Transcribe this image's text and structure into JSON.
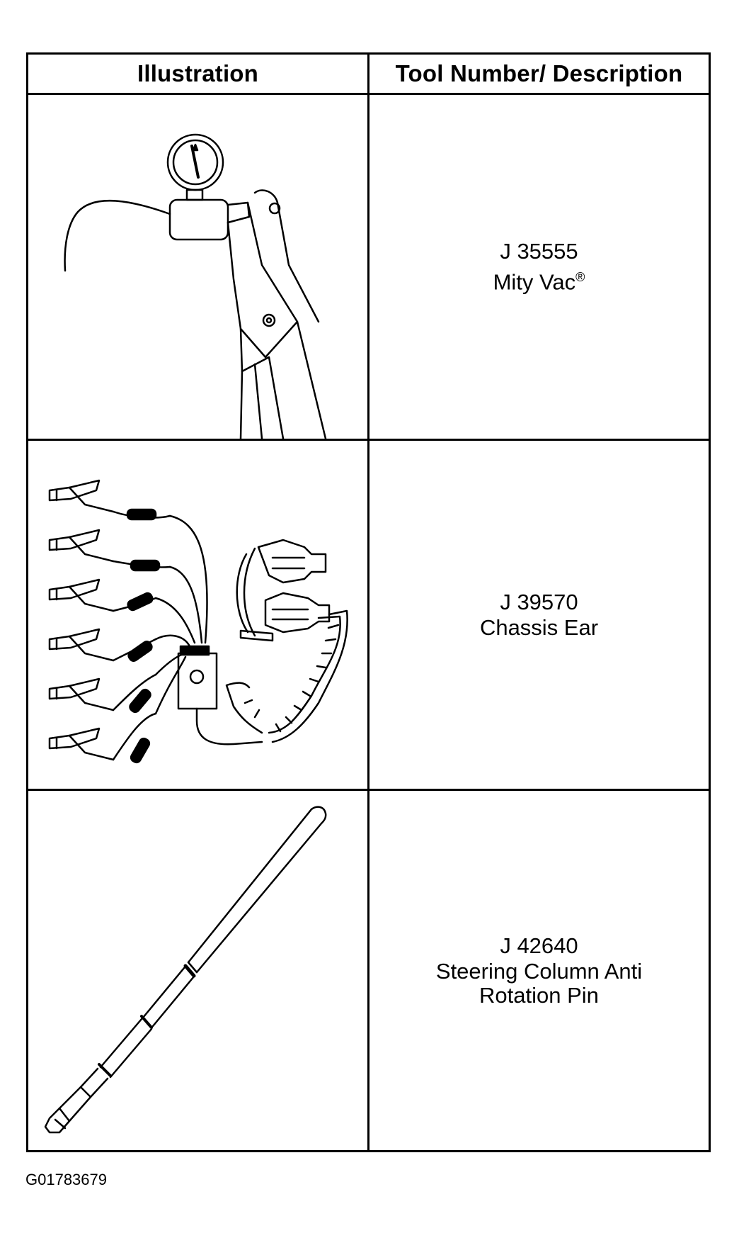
{
  "table": {
    "headers": {
      "illustration": "Illustration",
      "description": "Tool Number/ Description"
    },
    "rows": [
      {
        "tool_number": "J 35555",
        "description": "Mity Vac®",
        "icon": "vacuum-pump-icon"
      },
      {
        "tool_number": "J 39570",
        "description": "Chassis Ear",
        "icon": "chassis-ear-icon"
      },
      {
        "tool_number": "J 42640",
        "description": "Steering Column Anti Rotation Pin",
        "description_lines": [
          "Steering Column Anti",
          "Rotation Pin"
        ],
        "icon": "anti-rotation-pin-icon"
      }
    ]
  },
  "figure_id": "G01783679"
}
